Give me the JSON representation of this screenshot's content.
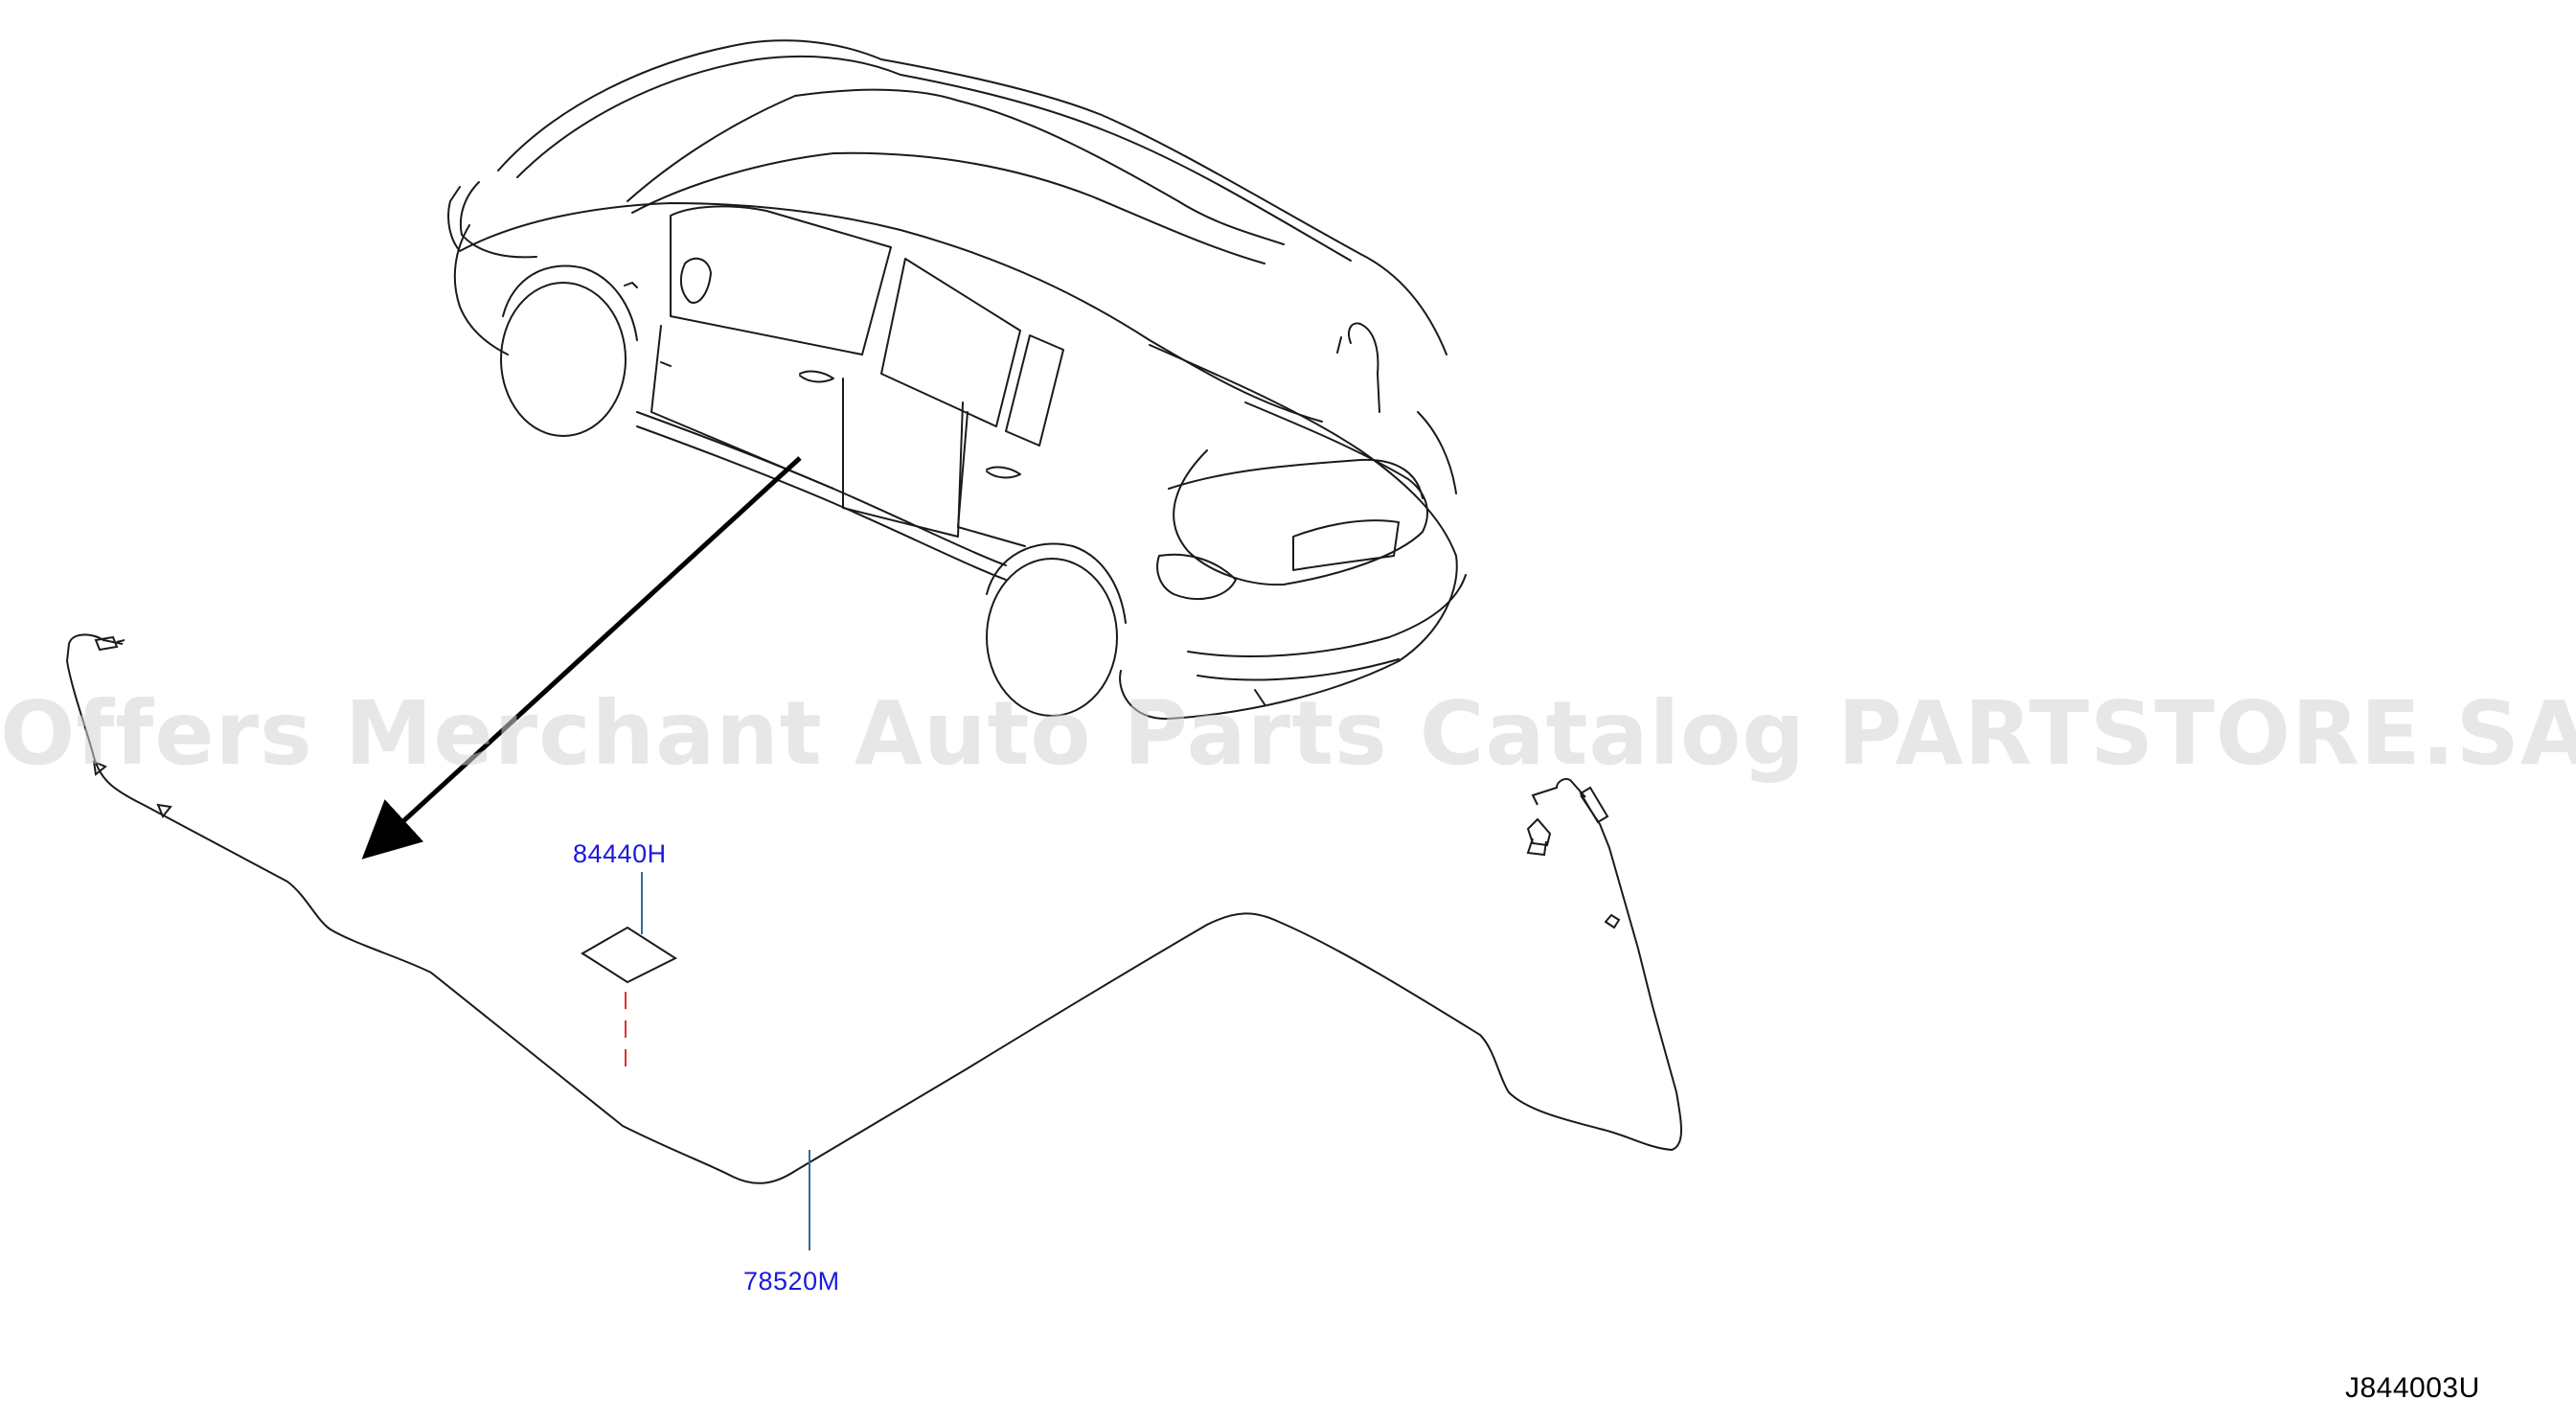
{
  "diagram": {
    "parts": [
      {
        "id": "84440H",
        "label": "84440H"
      },
      {
        "id": "78520M",
        "label": "78520M"
      }
    ],
    "diagram_code": "J844003U",
    "watermark": "Offers Merchant Auto Parts Catalog PARTSTORE.SA"
  },
  "colors": {
    "line": "#1a1a1a",
    "label": "#1a1adc",
    "leader": "#2a6f9a",
    "dashed_red": "#e03030",
    "watermark": "#d4d4d4"
  }
}
